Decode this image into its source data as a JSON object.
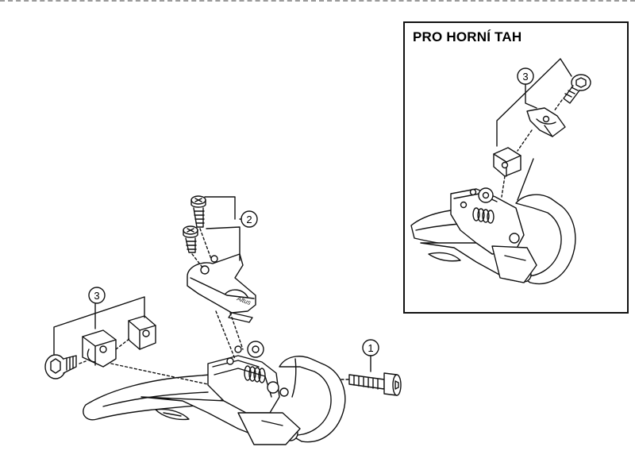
{
  "inset": {
    "title": "PRO HORNÍ TAH"
  },
  "callouts": {
    "main_bolt": "1",
    "cable_bolts": "2",
    "clamp_kit_main": "3",
    "clamp_kit_inset": "3"
  }
}
